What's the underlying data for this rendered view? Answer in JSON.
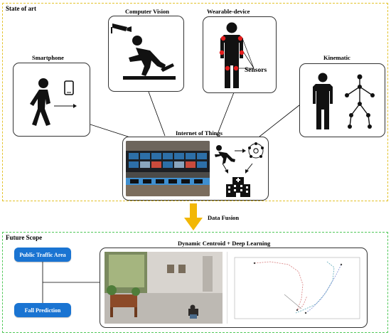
{
  "sections": {
    "state_of_art": "State of art",
    "future_scope": "Future Scope"
  },
  "cards": {
    "smartphone": "Smartphone",
    "computer_vision": "Computer Vision",
    "wearable": "Wearable-device",
    "sensors": "Sensors",
    "kinematic": "Kinematic",
    "iot": "Internet of Things",
    "dynamic": "Dynamic Centroid + Deep Learning"
  },
  "fusion_label": "Data Fusion",
  "pills": {
    "public_traffic": "Public Traffic Area",
    "fall_prediction": "Fall Prediction"
  },
  "colors": {
    "state_border": "#e3c22c",
    "future_border": "#52c85a",
    "arrow": "#f2b705",
    "pill": "#1a74d2",
    "sensor_dot": "#e41e1e"
  },
  "icons": [
    "walking-person-icon",
    "phone-icon",
    "cctv-camera-icon",
    "slipping-person-icon",
    "human-silhouette-icon",
    "skeleton-joints-icon",
    "hospital-icon",
    "network-icon"
  ]
}
